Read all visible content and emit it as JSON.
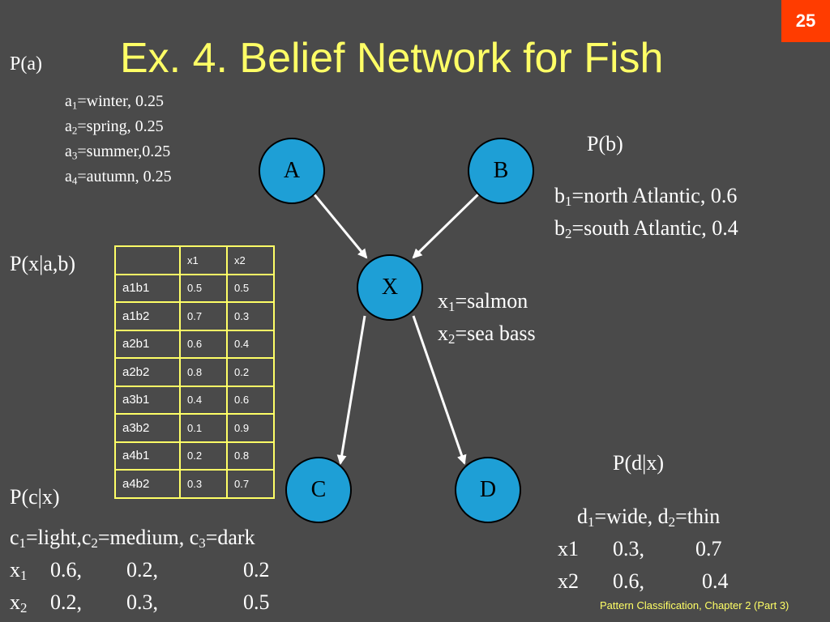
{
  "slide_number": "25",
  "title": "Ex. 4. Belief Network for Fish",
  "pa": {
    "heading": "P(a)",
    "lines": [
      {
        "v": "a",
        "s": "1",
        "t": "=winter, 0.25"
      },
      {
        "v": "a",
        "s": "2",
        "t": "=spring, 0.25"
      },
      {
        "v": "a",
        "s": "3",
        "t": "=summer,0.25"
      },
      {
        "v": "a",
        "s": "4",
        "t": "=autumn, 0.25"
      }
    ]
  },
  "pb": {
    "heading": "P(b)",
    "lines": [
      {
        "v": "b",
        "s": "1",
        "t": "=north Atlantic, 0.6"
      },
      {
        "v": "b",
        "s": "2",
        "t": "=south Atlantic, 0.4"
      }
    ]
  },
  "px": {
    "lines": [
      {
        "v": "x",
        "s": "1",
        "t": "=salmon"
      },
      {
        "v": "x",
        "s": "2",
        "t": "=sea bass"
      }
    ]
  },
  "pxab": {
    "heading": "P(x|a,b)",
    "columns": [
      "",
      "x1",
      "x2"
    ],
    "rows": [
      [
        "a1b1",
        "0.5",
        "0.5"
      ],
      [
        "a1b2",
        "0.7",
        "0.3"
      ],
      [
        "a2b1",
        "0.6",
        "0.4"
      ],
      [
        "a2b2",
        "0.8",
        "0.2"
      ],
      [
        "a3b1",
        "0.4",
        "0.6"
      ],
      [
        "a3b2",
        "0.1",
        "0.9"
      ],
      [
        "a4b1",
        "0.2",
        "0.8"
      ],
      [
        "a4b2",
        "0.3",
        "0.7"
      ]
    ]
  },
  "pcx": {
    "heading": "P(c|x)",
    "def": {
      "c1": "c",
      "s1": "1",
      "t1": "=light,c",
      "s2": "2",
      "t2": "=medium, c",
      "s3": "3",
      "t3": "=dark"
    },
    "rows": [
      {
        "v": "x",
        "s": "1",
        "vals": [
          "0.6,",
          "0.2,",
          "0.2"
        ]
      },
      {
        "v": "x",
        "s": "2",
        "vals": [
          "0.2,",
          "0.3,",
          "0.5"
        ]
      }
    ]
  },
  "pdx": {
    "heading": "P(d|x)",
    "def": {
      "d": "d",
      "s1": "1",
      "t1": "=wide, d",
      "s2": "2",
      "t2": "=thin"
    },
    "rows": [
      {
        "label": "x1",
        "vals": [
          "0.3,",
          "0.7"
        ]
      },
      {
        "label": "x2",
        "vals": [
          "0.6,",
          "0.4"
        ]
      }
    ]
  },
  "nodes": {
    "a": "A",
    "b": "B",
    "x": "X",
    "c": "C",
    "d": "D"
  },
  "footer": "Pattern Classification, Chapter 2 (Part 3)",
  "colors": {
    "background": "#4a4a4a",
    "title": "#ffff66",
    "node_fill": "#1e9fd6",
    "badge": "#ff3c00",
    "table_border": "#ffff66"
  }
}
